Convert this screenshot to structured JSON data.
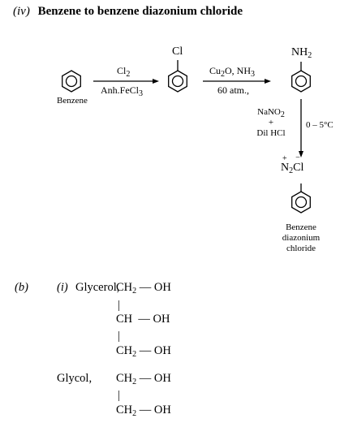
{
  "heading": {
    "number": "(iv)",
    "title": "Benzene to benzene diazonium chloride"
  },
  "scheme": {
    "start_label": "Benzene",
    "step1": {
      "reagent_top": "Cl2",
      "reagent_bottom": "Anh.FeCl3"
    },
    "chloro_substituent": "Cl",
    "step2": {
      "reagent_top": "Cu2O, NH3",
      "reagent_bottom": "60 atm.,"
    },
    "amino_substituent": "NH2",
    "step3": {
      "reagent_line1": "NaNO2",
      "reagent_line2": "+",
      "reagent_line3": "Dil HCl",
      "condition": "0 – 5°C"
    },
    "diazonium_group": "N2Cl",
    "product_label_lines": [
      "Benzene",
      "diazonium",
      "chloride"
    ]
  },
  "part_b": {
    "label": "(b)",
    "sub_label": "(i)",
    "glycerol": {
      "name": "Glycerol,",
      "rows": [
        "CH2 — OH",
        "CH — OH",
        "CH2 — OH"
      ]
    },
    "glycol": {
      "name": "Glycol,",
      "rows": [
        "CH2 — OH",
        "CH2 — OH"
      ]
    }
  }
}
